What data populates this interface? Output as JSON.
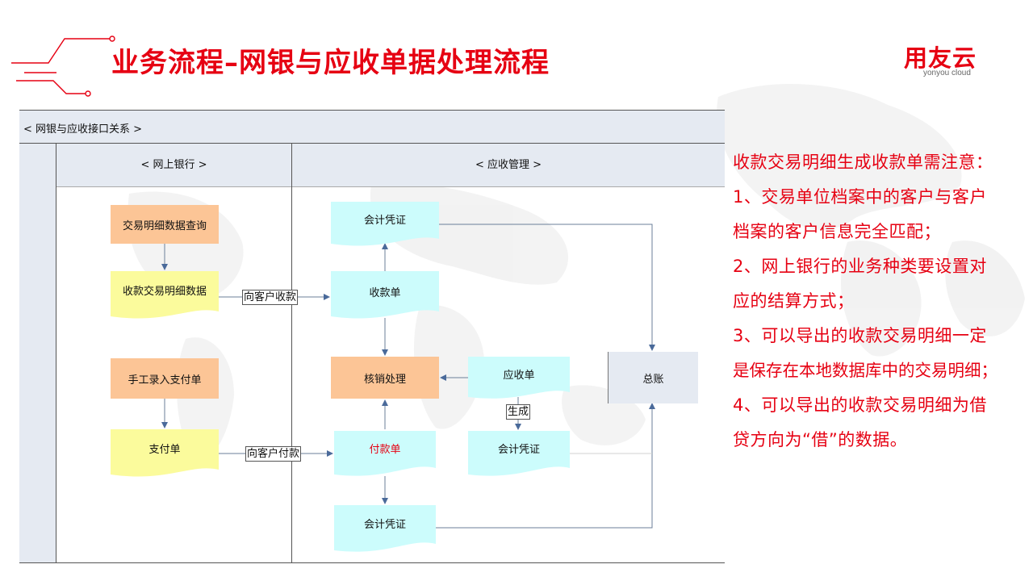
{
  "slide": {
    "title": "业务流程–网银与应收单据处理流程",
    "accent_color": "#e60012"
  },
  "logo": {
    "name": "用友云",
    "tagline": "yonyou cloud",
    "icon": "yonyou-logo"
  },
  "diagram": {
    "section_title": "< 网银与应收接口关系 >",
    "lanes": [
      {
        "label": "< 网上银行 >"
      },
      {
        "label": "< 应收管理 >"
      }
    ],
    "nodes": {
      "query": "交易明细数据查询",
      "receipt_detail": "收款交易明细数据",
      "manual_entry": "手工录入支付单",
      "payment_order": "支付单",
      "voucher_top": "会计凭证",
      "receipt_bill": "收款单",
      "writeoff": "核销处理",
      "receivable": "应收单",
      "payment_bill": "付款单",
      "voucher_mid": "会计凭证",
      "voucher_bottom": "会计凭证",
      "general_ledger": "总账"
    },
    "edge_labels": {
      "collect": "向客户收款",
      "generate": "生成",
      "pay": "向客户付款"
    },
    "colors": {
      "orange_fill": "#fcc596",
      "yellow_fill": "#fbfb9c",
      "cyan_fill": "#ccfcfc",
      "ledger_fill": "#e5eaf2",
      "lane_fill": "#e5eaf2",
      "arrow": "#4a6a9a",
      "payment_text": "#e60012"
    }
  },
  "notes": {
    "lines": [
      "收款交易明细生成收款单需注意：",
      "1、交易单位档案中的客户与客户",
      "档案的客户信息完全匹配；",
      "2、网上银行的业务种类要设置对",
      "应的结算方式；",
      "3、可以导出的收款交易明细一定",
      "是保存在本地数据库中的交易明细；",
      "4、可以导出的收款交易明细为借",
      "贷方向为“借”的数据。"
    ]
  }
}
